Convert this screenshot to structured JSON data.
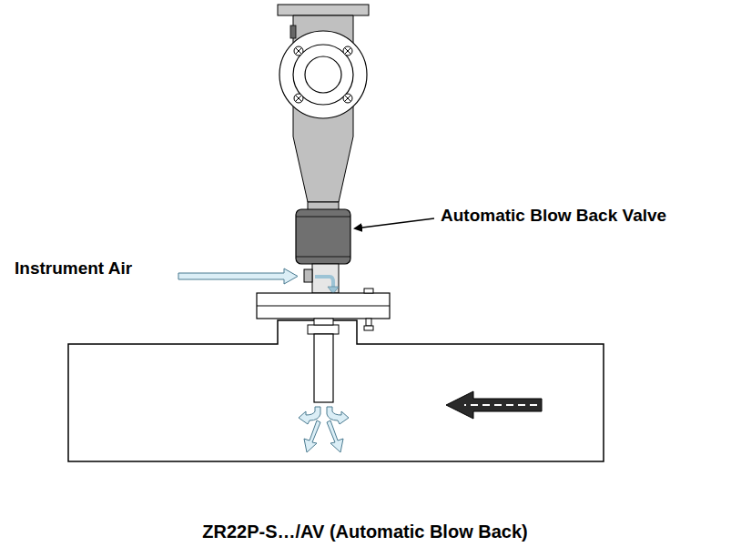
{
  "diagram": {
    "caption": "ZR22P-S…/AV (Automatic Blow Back)",
    "labels": [
      "Automatic Blow Back Valve",
      "Instrument Air"
    ]
  }
}
